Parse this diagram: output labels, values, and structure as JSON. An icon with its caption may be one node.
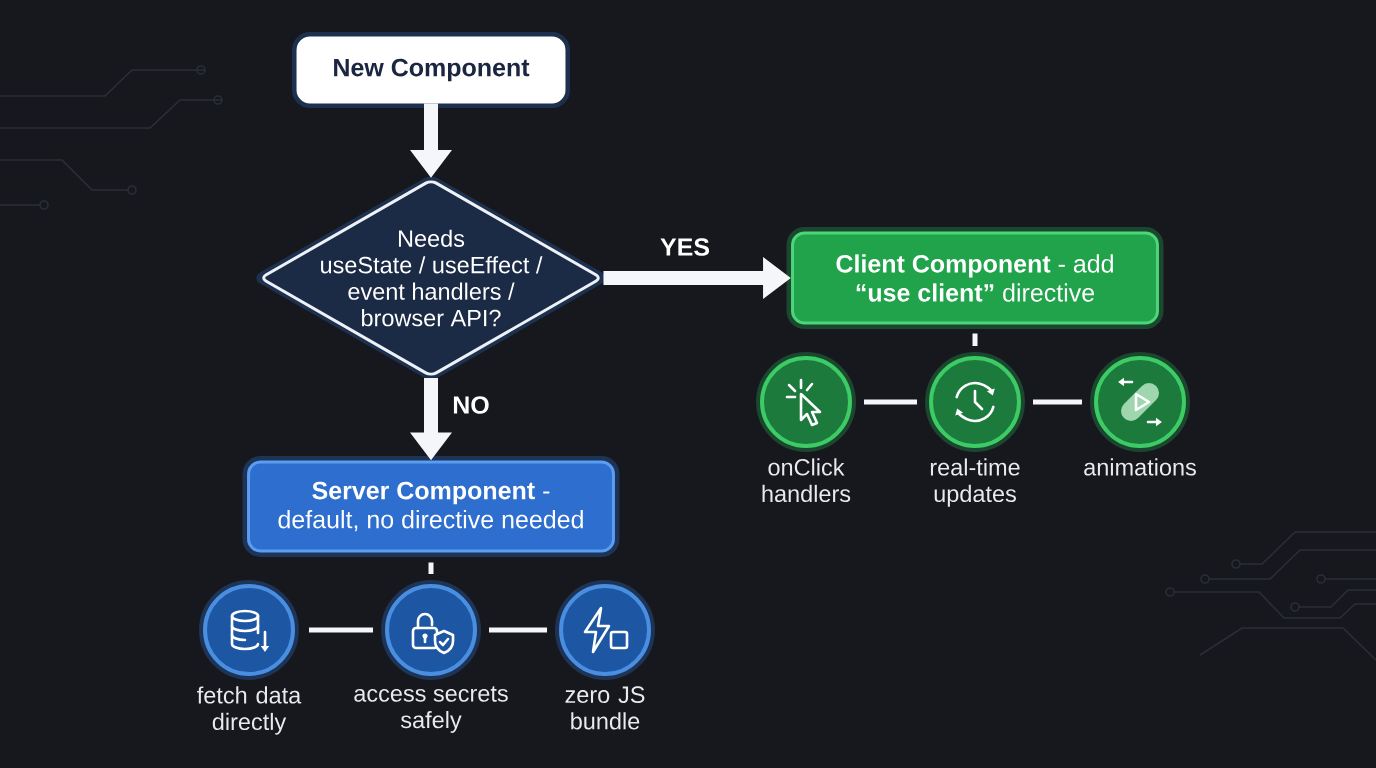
{
  "diagram": {
    "nodes": [
      {
        "text": [
          "New Component"
        ]
      },
      {
        "text": [
          "Needs useState / useEffect / event handlers / browser API?"
        ]
      },
      {
        "text": [
          "**Client Component** - add **“use client”** directive"
        ]
      },
      {
        "text": [
          "onClick handlers"
        ]
      },
      {
        "text": [
          "real-time updates"
        ]
      },
      {
        "text": [
          "animations"
        ]
      },
      {
        "text": [
          "**Server Component** - default, no directive needed"
        ]
      },
      {
        "text": [
          "fetch data directly"
        ]
      },
      {
        "text": [
          "access secrets safely"
        ]
      },
      {
        "text": [
          "zero JS bundle"
        ]
      }
    ],
    "edges": [
      {
        "from": 0,
        "to": 1,
        "arrow": "to",
        "style": "thick"
      },
      {
        "from": 1,
        "to": 2,
        "arrow": "to",
        "label": "YES",
        "style": "thick"
      },
      {
        "from": 1,
        "to": 6,
        "arrow": "to",
        "label": "NO",
        "style": "thick"
      },
      {
        "from": 2,
        "to": 4,
        "arrow": "none"
      },
      {
        "from": 3,
        "to": 4,
        "arrow": "none"
      },
      {
        "from": 4,
        "to": 5,
        "arrow": "none"
      },
      {
        "from": 6,
        "to": 8,
        "arrow": "none"
      },
      {
        "from": 7,
        "to": 8,
        "arrow": "none"
      },
      {
        "from": 8,
        "to": 9,
        "arrow": "none"
      }
    ]
  }
}
